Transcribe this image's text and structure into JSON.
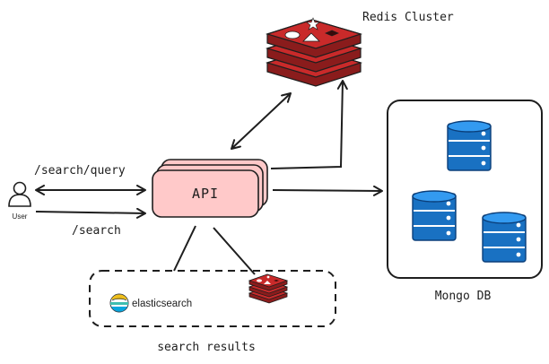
{
  "nodes": {
    "user": {
      "label": "User",
      "icon": "user-icon"
    },
    "api": {
      "label": "API",
      "fill": "#ffc9c9",
      "stroke": "#1e1e1e"
    },
    "redis": {
      "label": "Redis Cluster",
      "icon": "redis-icon",
      "color": "#c92a2a"
    },
    "mongo": {
      "label": "Mongo DB",
      "icon": "database-icon",
      "color": "#1971c2"
    },
    "search_results": {
      "label": "search results"
    },
    "elasticsearch": {
      "label": "elasticsearch",
      "icon": "elasticsearch-icon"
    }
  },
  "edges": {
    "search_query": {
      "label": "/search/query"
    },
    "search": {
      "label": "/search"
    }
  }
}
